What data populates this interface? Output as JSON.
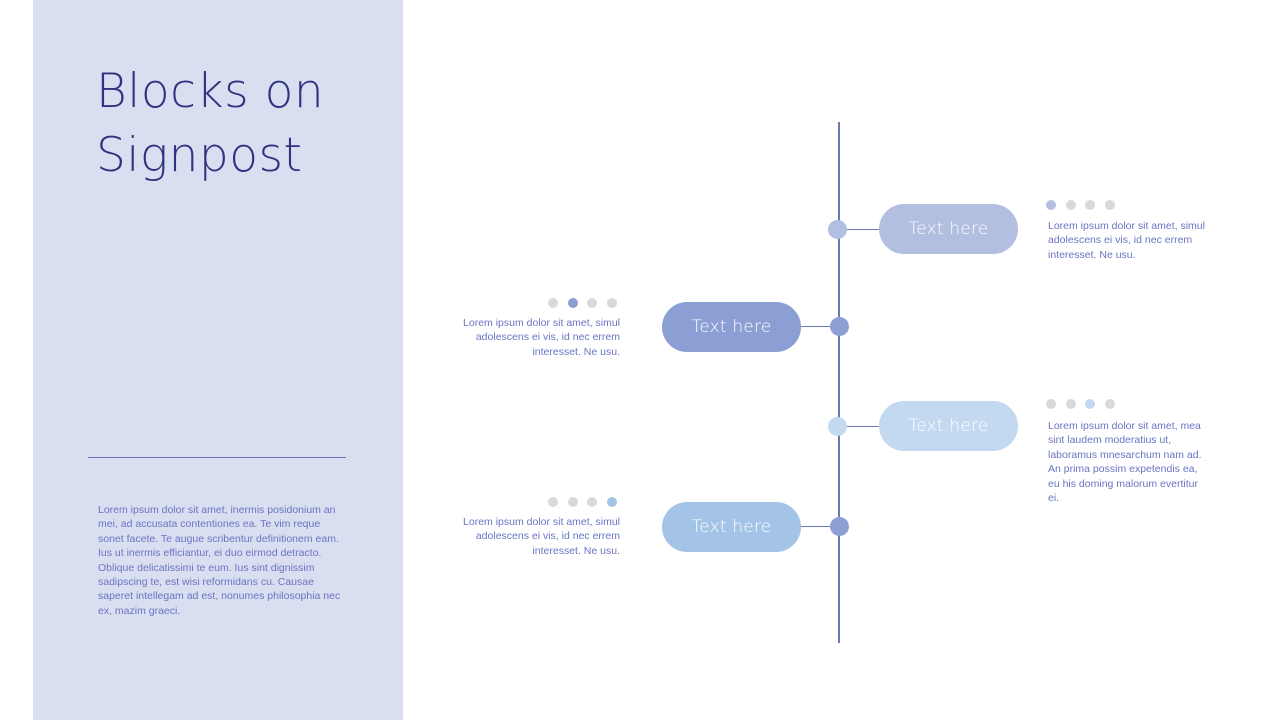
{
  "title_lines": [
    "Blocks on",
    "Signpost"
  ],
  "side_description": "Lorem ipsum dolor sit amet, inermis posidonium an mei, ad accusata contentiones ea. Te vim reque sonet facete. Te augue scribentur definitionem eam. Ius ut inermis efficiantur, ei duo eirmod detracto. Oblique delicatissimi te eum. Ius sint dignissim sadipscing te, est wisi reformidans cu. Causae saperet intellegam ad est, nonumes philosophia nec ex, mazim graeci.",
  "colors": {
    "panel": "#d9dff0",
    "title": "#2e3480",
    "axis": "#6e78b4",
    "dot_inactive": "#d9d9d9"
  },
  "items": [
    {
      "label": "Text here",
      "side": "right",
      "color": "#b3bfe0",
      "node_color": "#b3bfe0",
      "active_dot": 1,
      "description": "Lorem ipsum dolor sit amet, simul adolescens ei vis, id nec errem interesset. Ne usu."
    },
    {
      "label": "Text here",
      "side": "left",
      "color": "#8c9fd4",
      "node_color": "#8c9fd4",
      "active_dot": 2,
      "description": "Lorem ipsum dolor sit amet, simul adolescens ei vis, id nec errem interesset. Ne usu."
    },
    {
      "label": "Text here",
      "side": "right",
      "color": "#c3d9f0",
      "node_color": "#c3d9f0",
      "active_dot": 3,
      "description": "Lorem ipsum dolor sit amet, mea sint laudem moderatius ut, laboramus mnesarchum nam ad. An prima possim expetendis ea, eu his doming malorum evertitur ei."
    },
    {
      "label": "Text here",
      "side": "left",
      "color": "#a3c4e6",
      "node_color": "#8c9fd4",
      "active_dot": 4,
      "description": "Lorem ipsum dolor sit amet, simul adolescens ei vis, id nec errem interesset. Ne usu."
    }
  ]
}
